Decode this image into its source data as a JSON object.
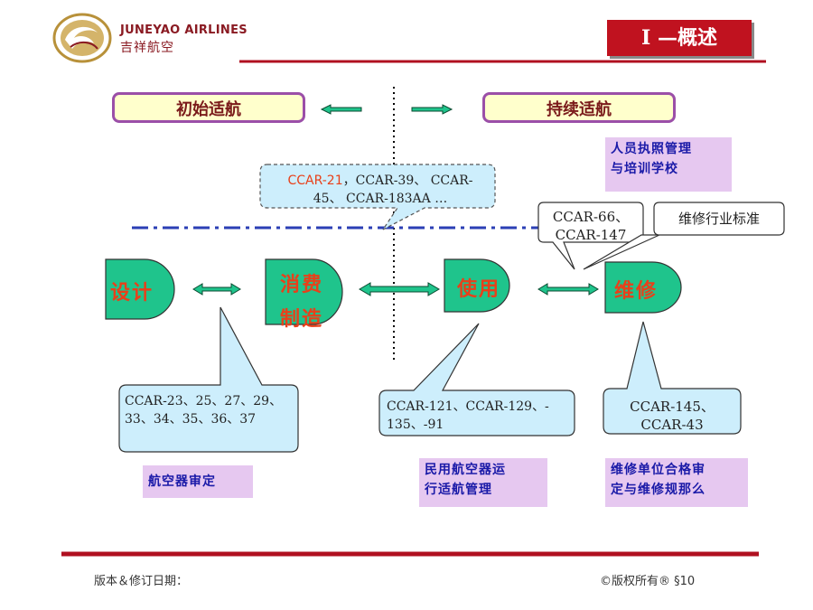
{
  "header": {
    "brand_en": "JUNEYAO AIRLINES",
    "brand_zh": "吉祥航空",
    "section_title": "I —概述"
  },
  "top": {
    "initial": "初始适航",
    "continuing": "持续适航"
  },
  "stages": [
    {
      "id": "design",
      "label": "设计"
    },
    {
      "id": "manufacture",
      "label_line1": "消费",
      "label_line2": "制造"
    },
    {
      "id": "use",
      "label": "使用"
    },
    {
      "id": "maintenance",
      "label": "维修"
    }
  ],
  "callouts": {
    "ccar21_red": "CCAR-21",
    "ccar21_rest_line1": "，CCAR-39、 CCAR-",
    "ccar21_line2": "45、 CCAR-183AA …",
    "ccar66_line1": "CCAR-66、",
    "ccar66_line2": "CCAR-147",
    "industry_std": "维修行业标准",
    "design_line1": "CCAR-23、25、27、29、",
    "design_line2": "33、34、35、36、37",
    "use_line1": "CCAR-121、CCAR-129、-",
    "use_line2": "135、-91",
    "maint_line1": "CCAR-145、",
    "maint_line2": "CCAR-43"
  },
  "labels": {
    "personnel_line1": "人员执照管理",
    "personnel_line2": "与培训学校",
    "airworthiness_cert": "航空器审定",
    "civil_ops_line1": "民用航空器运",
    "civil_ops_line2": "行适航管理",
    "maint_org_line1": "维修单位合格审",
    "maint_org_line2": "定与维修规那么"
  },
  "footer": {
    "version": "版本＆修订日期：",
    "copyright": "©版权所有® §10"
  },
  "colors": {
    "node_fill": "#1fc48c",
    "callout_fill": "#cdeefc",
    "arrow_fill": "#1fc48c",
    "dash_line": "#2b3fb5",
    "rule": "#b01020",
    "accent_red": "#c0121f"
  }
}
